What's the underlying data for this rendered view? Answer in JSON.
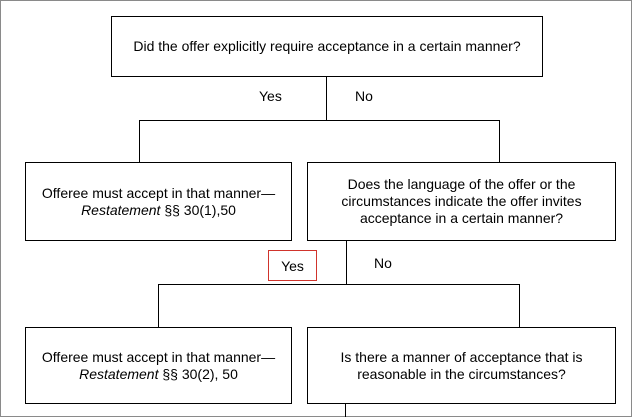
{
  "node1": {
    "text": "Did the offer explicitly require acceptance in a certain manner?"
  },
  "branch1": {
    "yes": "Yes",
    "no": "No"
  },
  "node2": {
    "line1": "Offeree must  accept in that manner—",
    "citation": "Restatement",
    "section": " §§ 30(1),50"
  },
  "node3": {
    "text": "Does the language of the offer or the circumstances indicate the offer invites acceptance in a certain manner?"
  },
  "branch2": {
    "yes": "Yes",
    "no": "No",
    "highlight_color": "#d0342c"
  },
  "node4": {
    "line1": "Offeree must accept in that manner—",
    "citation": "Restatement",
    "section": " §§ 30(2), 50"
  },
  "node5": {
    "text": "Is there a manner of acceptance that is reasonable in the circumstances?"
  }
}
